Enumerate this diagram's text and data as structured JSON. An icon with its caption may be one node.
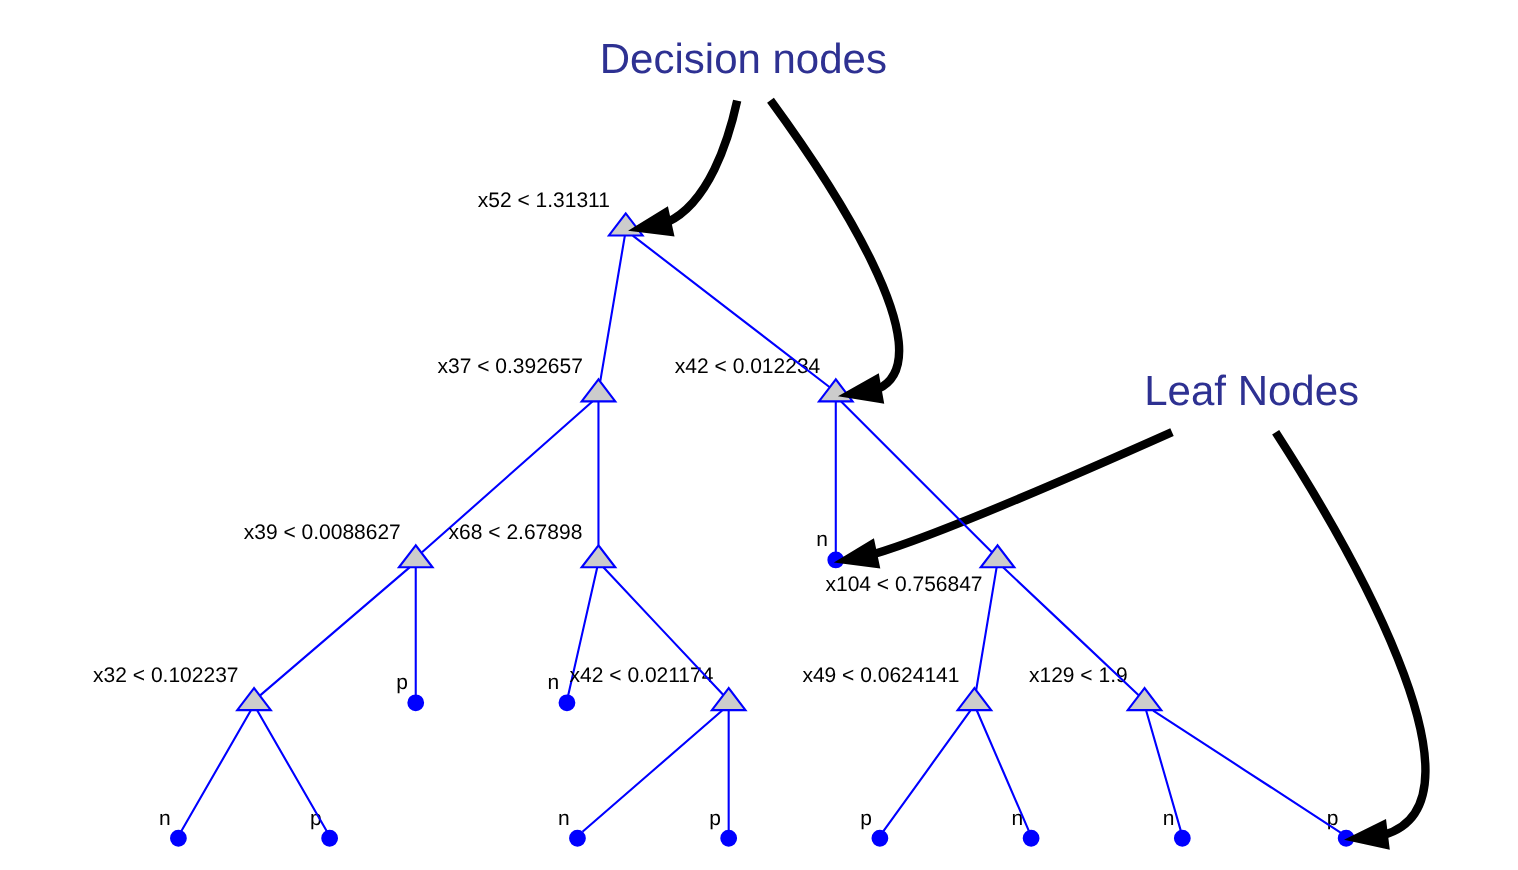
{
  "diagram": {
    "nodes": [
      {
        "text": [
          "Decision nodes"
        ]
      },
      {
        "text": [
          "Leaf Nodes"
        ]
      },
      {
        "text": [],
        "shape": "triangle",
        "beside": [
          "x52 < 1.31311"
        ]
      },
      {
        "text": [],
        "shape": "triangle",
        "beside": [
          "x37 < 0.392657"
        ]
      },
      {
        "text": [],
        "shape": "triangle",
        "beside": [
          "x42 < 0.012234"
        ]
      },
      {
        "text": [],
        "shape": "triangle",
        "beside": [
          "x39 < 0.0088627"
        ]
      },
      {
        "text": [],
        "shape": "triangle",
        "beside": [
          "x68 < 2.67898"
        ]
      },
      {
        "text": [],
        "shape": "circle",
        "beside": [
          "n"
        ]
      },
      {
        "text": [],
        "shape": "triangle",
        "beside": [
          "x104 < 0.756847"
        ]
      },
      {
        "text": [],
        "shape": "triangle",
        "beside": [
          "x32 < 0.102237"
        ]
      },
      {
        "text": [],
        "shape": "circle",
        "beside": [
          "p"
        ]
      },
      {
        "text": [],
        "shape": "circle",
        "beside": [
          "n"
        ]
      },
      {
        "text": [],
        "shape": "triangle",
        "beside": [
          "x42 < 0.021174"
        ]
      },
      {
        "text": [],
        "shape": "triangle",
        "beside": [
          "x49 < 0.0624141"
        ]
      },
      {
        "text": [],
        "shape": "triangle",
        "beside": [
          "x129 < 1.9"
        ]
      },
      {
        "text": [],
        "shape": "circle",
        "beside": [
          "n"
        ]
      },
      {
        "text": [],
        "shape": "circle",
        "beside": [
          "p"
        ]
      },
      {
        "text": [],
        "shape": "circle",
        "beside": [
          "n"
        ]
      },
      {
        "text": [],
        "shape": "circle",
        "beside": [
          "p"
        ]
      },
      {
        "text": [],
        "shape": "circle",
        "beside": [
          "p"
        ]
      },
      {
        "text": [],
        "shape": "circle",
        "beside": [
          "n"
        ]
      },
      {
        "text": [],
        "shape": "circle",
        "beside": [
          "n"
        ]
      },
      {
        "text": [],
        "shape": "circle",
        "beside": [
          "p"
        ]
      }
    ],
    "edges": [
      {
        "from": 0,
        "to": 2,
        "arrow": "to",
        "style": "thick",
        "color": "#000000"
      },
      {
        "from": 0,
        "to": 4,
        "arrow": "to",
        "style": "thick",
        "color": "#000000"
      },
      {
        "from": 1,
        "to": 7,
        "arrow": "to",
        "style": "thick",
        "color": "#000000"
      },
      {
        "from": 1,
        "to": 22,
        "arrow": "to",
        "style": "thick",
        "color": "#000000"
      },
      {
        "from": 2,
        "to": 3,
        "arrow": "none"
      },
      {
        "from": 2,
        "to": 4,
        "arrow": "none"
      },
      {
        "from": 3,
        "to": 5,
        "arrow": "none"
      },
      {
        "from": 3,
        "to": 6,
        "arrow": "none"
      },
      {
        "from": 4,
        "to": 7,
        "arrow": "none"
      },
      {
        "from": 4,
        "to": 8,
        "arrow": "none"
      },
      {
        "from": 5,
        "to": 9,
        "arrow": "none"
      },
      {
        "from": 5,
        "to": 10,
        "arrow": "none"
      },
      {
        "from": 6,
        "to": 11,
        "arrow": "none"
      },
      {
        "from": 6,
        "to": 12,
        "arrow": "none"
      },
      {
        "from": 8,
        "to": 13,
        "arrow": "none"
      },
      {
        "from": 8,
        "to": 14,
        "arrow": "none"
      },
      {
        "from": 9,
        "to": 15,
        "arrow": "none"
      },
      {
        "from": 9,
        "to": 16,
        "arrow": "none"
      },
      {
        "from": 12,
        "to": 17,
        "arrow": "none"
      },
      {
        "from": 12,
        "to": 18,
        "arrow": "none"
      },
      {
        "from": 13,
        "to": 19,
        "arrow": "none"
      },
      {
        "from": 13,
        "to": 20,
        "arrow": "none"
      },
      {
        "from": 14,
        "to": 21,
        "arrow": "none"
      },
      {
        "from": 14,
        "to": 22,
        "arrow": "none"
      }
    ]
  }
}
